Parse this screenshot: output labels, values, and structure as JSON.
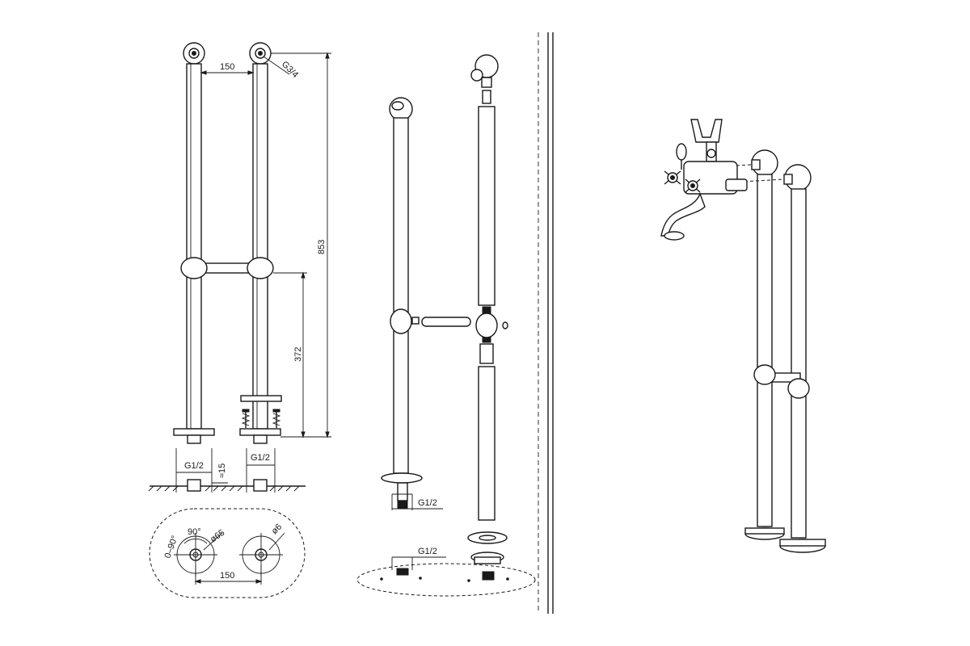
{
  "dimensions": {
    "spacing_top": "150",
    "thread_top": "G3/4",
    "total_height": "853",
    "lower_height": "372",
    "thread_left": "G1/2",
    "thread_right": "G1/2",
    "gap": "≈15",
    "angle_range": "0–90°",
    "angle": "90°",
    "flange_dia": "ø65",
    "hole_dia": "ø6",
    "spacing_bottom": "150"
  },
  "exploded": {
    "thread_foot": "G1/2",
    "thread_floor": "G1/2"
  }
}
